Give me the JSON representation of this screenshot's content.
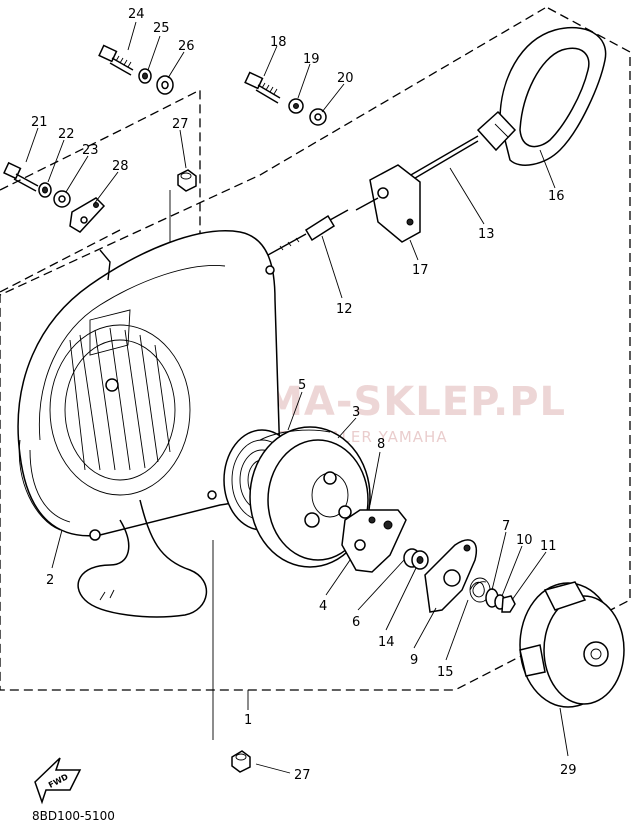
{
  "diagram": {
    "drawing_code": "8BD100-5100",
    "direction_badge": "FWD",
    "watermark": {
      "title": "YAMA-SKLEP.PL",
      "subtitle": "WO... ...Z | DEALER YAMAHA"
    },
    "callouts": [
      {
        "id": "c24",
        "text": "24"
      },
      {
        "id": "c25",
        "text": "25"
      },
      {
        "id": "c26",
        "text": "26"
      },
      {
        "id": "c18",
        "text": "18"
      },
      {
        "id": "c19",
        "text": "19"
      },
      {
        "id": "c20",
        "text": "20"
      },
      {
        "id": "c21",
        "text": "21"
      },
      {
        "id": "c22",
        "text": "22"
      },
      {
        "id": "c23",
        "text": "23"
      },
      {
        "id": "c27a",
        "text": "27"
      },
      {
        "id": "c28",
        "text": "28"
      },
      {
        "id": "c16",
        "text": "16"
      },
      {
        "id": "c13",
        "text": "13"
      },
      {
        "id": "c17",
        "text": "17"
      },
      {
        "id": "c12",
        "text": "12"
      },
      {
        "id": "c5",
        "text": "5"
      },
      {
        "id": "c3",
        "text": "3"
      },
      {
        "id": "c8",
        "text": "8"
      },
      {
        "id": "c2",
        "text": "2"
      },
      {
        "id": "c4",
        "text": "4"
      },
      {
        "id": "c6",
        "text": "6"
      },
      {
        "id": "c14",
        "text": "14"
      },
      {
        "id": "c9",
        "text": "9"
      },
      {
        "id": "c15",
        "text": "15"
      },
      {
        "id": "c7",
        "text": "7"
      },
      {
        "id": "c10",
        "text": "10"
      },
      {
        "id": "c11",
        "text": "11"
      },
      {
        "id": "c29",
        "text": "29"
      },
      {
        "id": "c1",
        "text": "1"
      },
      {
        "id": "c27b",
        "text": "27"
      }
    ]
  }
}
